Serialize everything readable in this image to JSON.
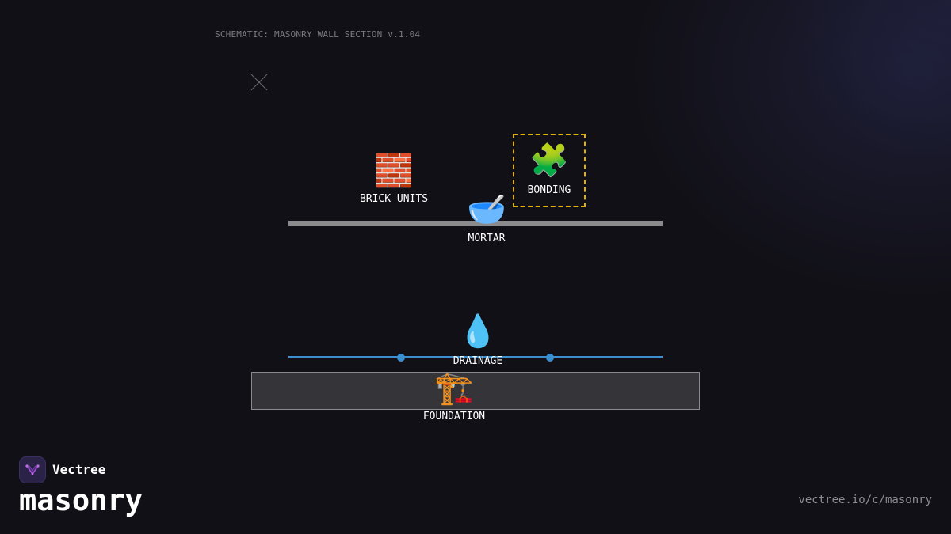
{
  "header": {
    "caption": "SCHEMATIC: MASONRY WALL SECTION v.1.04"
  },
  "nodes": {
    "brick": {
      "icon": "🧱",
      "icon_name": "brick-icon",
      "label": "BRICK UNITS"
    },
    "bonding": {
      "icon": "🧩",
      "icon_name": "puzzle-piece-icon",
      "label": "BONDING"
    },
    "mortar": {
      "icon": "🥣",
      "icon_name": "bowl-icon",
      "label": "MORTAR"
    },
    "drainage": {
      "icon": "💧",
      "icon_name": "droplet-icon",
      "label": "DRAINAGE"
    },
    "foundation": {
      "icon": "🏗️",
      "icon_name": "construction-crane-icon",
      "label": "FOUNDATION"
    }
  },
  "colors": {
    "background": "#111016",
    "wall_bar": "#8b8b8e",
    "drainage": "#3b8fd0",
    "foundation_fill": "#353438",
    "highlight": "#e0b300",
    "brand_icon": "#a24ad6"
  },
  "footer": {
    "brand": "Vectree",
    "title": "masonry",
    "url": "vectree.io/c/masonry"
  }
}
